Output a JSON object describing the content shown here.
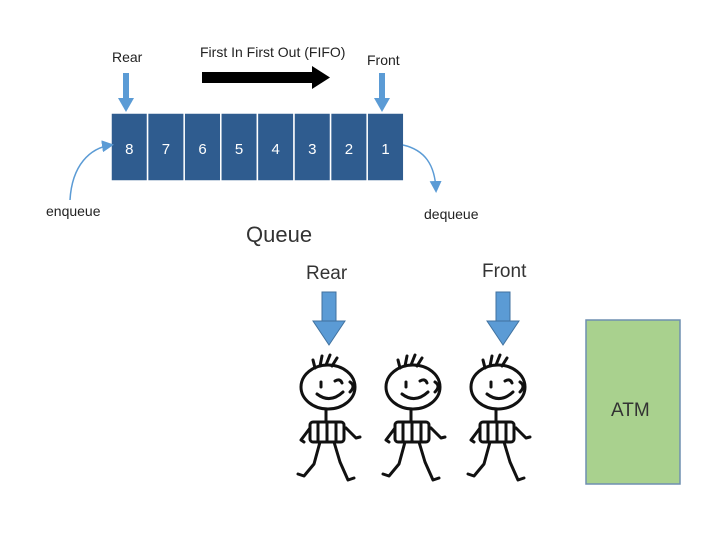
{
  "queue_diagram": {
    "rear_label": "Rear",
    "front_label": "Front",
    "fifo_label": "First In First Out (FIFO)",
    "enqueue_label": "enqueue",
    "dequeue_label": "dequeue",
    "caption": "Queue",
    "cells": [
      "8",
      "7",
      "6",
      "5",
      "4",
      "3",
      "2",
      "1"
    ]
  },
  "atm_scene": {
    "rear_label": "Rear",
    "front_label": "Front",
    "atm_label": "ATM",
    "people_count": 3
  },
  "colors": {
    "cell_fill": "#2f5c8f",
    "cell_border": "#ffffff",
    "marker_arrow": "#5b9bd5",
    "marker_arrow_edge": "#41729f",
    "atm_fill": "#a9d18e",
    "atm_border": "#6f8fb0"
  }
}
